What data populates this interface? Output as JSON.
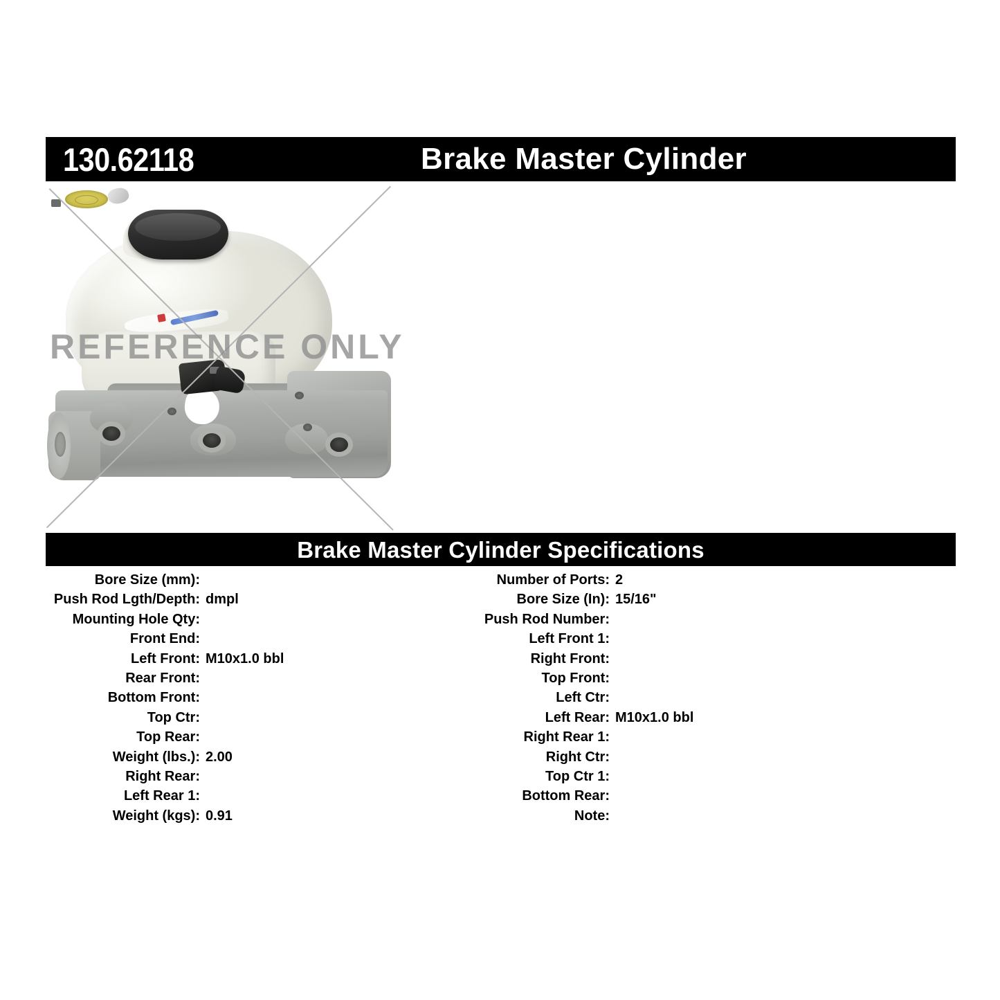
{
  "header": {
    "part_number": "130.62118",
    "title": "Brake Master Cylinder"
  },
  "product_image": {
    "watermark": "REFERENCE ONLY",
    "alt_name": "brake-master-cylinder-photo"
  },
  "specifications": {
    "section_title": "Brake Master Cylinder Specifications",
    "left_column": [
      {
        "label": "Bore Size (mm):",
        "value": ""
      },
      {
        "label": "Push Rod Lgth/Depth:",
        "value": "dmpl"
      },
      {
        "label": "Mounting Hole Qty:",
        "value": ""
      },
      {
        "label": "Front End:",
        "value": ""
      },
      {
        "label": "Left Front:",
        "value": "M10x1.0 bbl"
      },
      {
        "label": "Rear Front:",
        "value": ""
      },
      {
        "label": "Bottom Front:",
        "value": ""
      },
      {
        "label": "Top Ctr:",
        "value": ""
      },
      {
        "label": "Top Rear:",
        "value": ""
      },
      {
        "label": "Weight (lbs.):",
        "value": "2.00"
      },
      {
        "label": "Right Rear:",
        "value": ""
      },
      {
        "label": "Left Rear 1:",
        "value": ""
      },
      {
        "label": "Weight (kgs):",
        "value": "0.91"
      }
    ],
    "right_column": [
      {
        "label": "Number of Ports:",
        "value": "2"
      },
      {
        "label": "Bore Size (In):",
        "value": "15/16\""
      },
      {
        "label": "Push Rod Number:",
        "value": ""
      },
      {
        "label": "Left Front 1:",
        "value": ""
      },
      {
        "label": "Right Front:",
        "value": ""
      },
      {
        "label": "Top Front:",
        "value": ""
      },
      {
        "label": "Left Ctr:",
        "value": ""
      },
      {
        "label": "Left Rear:",
        "value": "M10x1.0 bbl"
      },
      {
        "label": "Right Rear 1:",
        "value": ""
      },
      {
        "label": "Right Ctr:",
        "value": ""
      },
      {
        "label": "Top Ctr 1:",
        "value": ""
      },
      {
        "label": "Bottom Rear:",
        "value": ""
      },
      {
        "label": "Note:",
        "value": ""
      }
    ]
  },
  "colors": {
    "bar_background": "#000000",
    "bar_text": "#ffffff",
    "page_background": "#ffffff",
    "watermark": "#8d8d8d",
    "x_line": "#b4b4b4",
    "cap_accent": "#cdc04e"
  }
}
